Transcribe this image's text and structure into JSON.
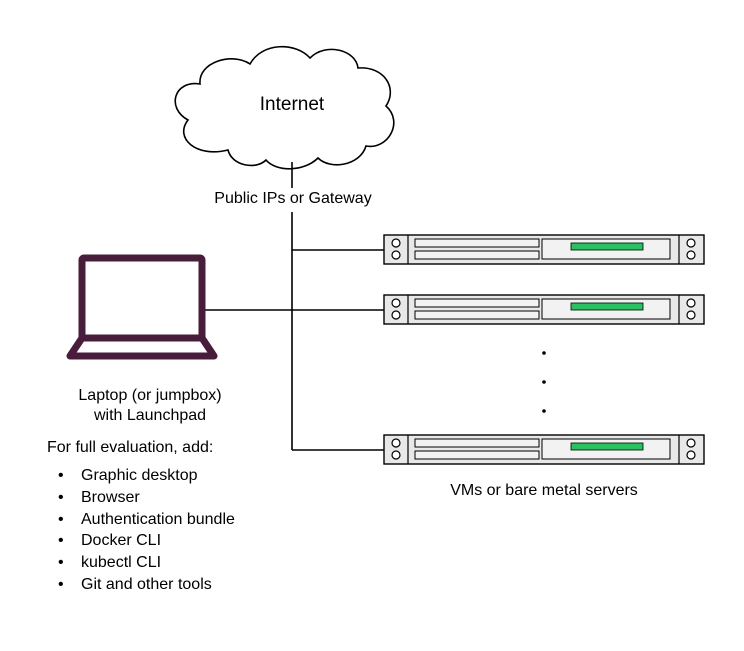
{
  "internet": {
    "label": "Internet"
  },
  "gateway": {
    "label": "Public IPs or Gateway"
  },
  "laptop": {
    "label_line1": "Laptop (or jumpbox)",
    "label_line2": "with Launchpad",
    "icon": "laptop-icon"
  },
  "evaluation": {
    "heading": "For full evaluation, add:",
    "bullet": "•",
    "items": [
      "Graphic desktop",
      "Browser",
      "Authentication bundle",
      "Docker CLI",
      "kubectl CLI",
      "Git and other tools"
    ]
  },
  "servers": {
    "label": "VMs or bare metal servers",
    "icon": "rack-server-icon"
  },
  "colors": {
    "laptop_outline": "#4a1c3c",
    "server_led": "#22c55e",
    "server_face": "#e8e8e8",
    "line": "#000000"
  }
}
